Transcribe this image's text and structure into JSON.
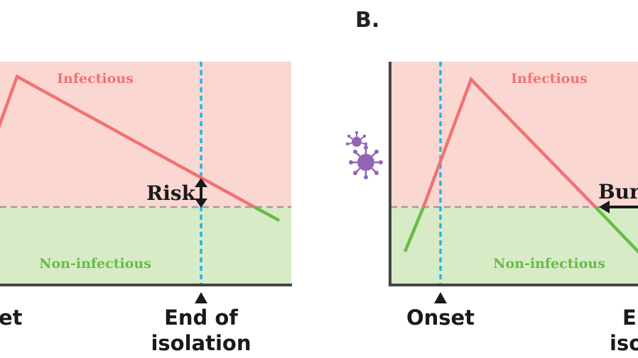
{
  "panel_b": {
    "label": "B."
  },
  "zones": {
    "infectious": "Infectious",
    "non_infectious": "Non-infectious"
  },
  "markers": {
    "onset": "Onset",
    "end_of_isolation_line1": "End of",
    "end_of_isolation_line2": "isolation",
    "partial_onset": "et",
    "partial_end_line1": "E",
    "partial_end_line2": "iso"
  },
  "annotations": {
    "risk": "Risk",
    "burden": "Bur"
  },
  "icons": {
    "virus": "virus-icon"
  },
  "colors": {
    "infectious_zone": "#fbd7d1",
    "non_infectious_zone": "#d6ebc6",
    "infectious_line": "#f07275",
    "non_infectious_line": "#66bd45",
    "isolation_line": "#1fb7ee",
    "threshold": "#9c9c9c",
    "axis": "#444444",
    "virus": "#9165b5"
  }
}
